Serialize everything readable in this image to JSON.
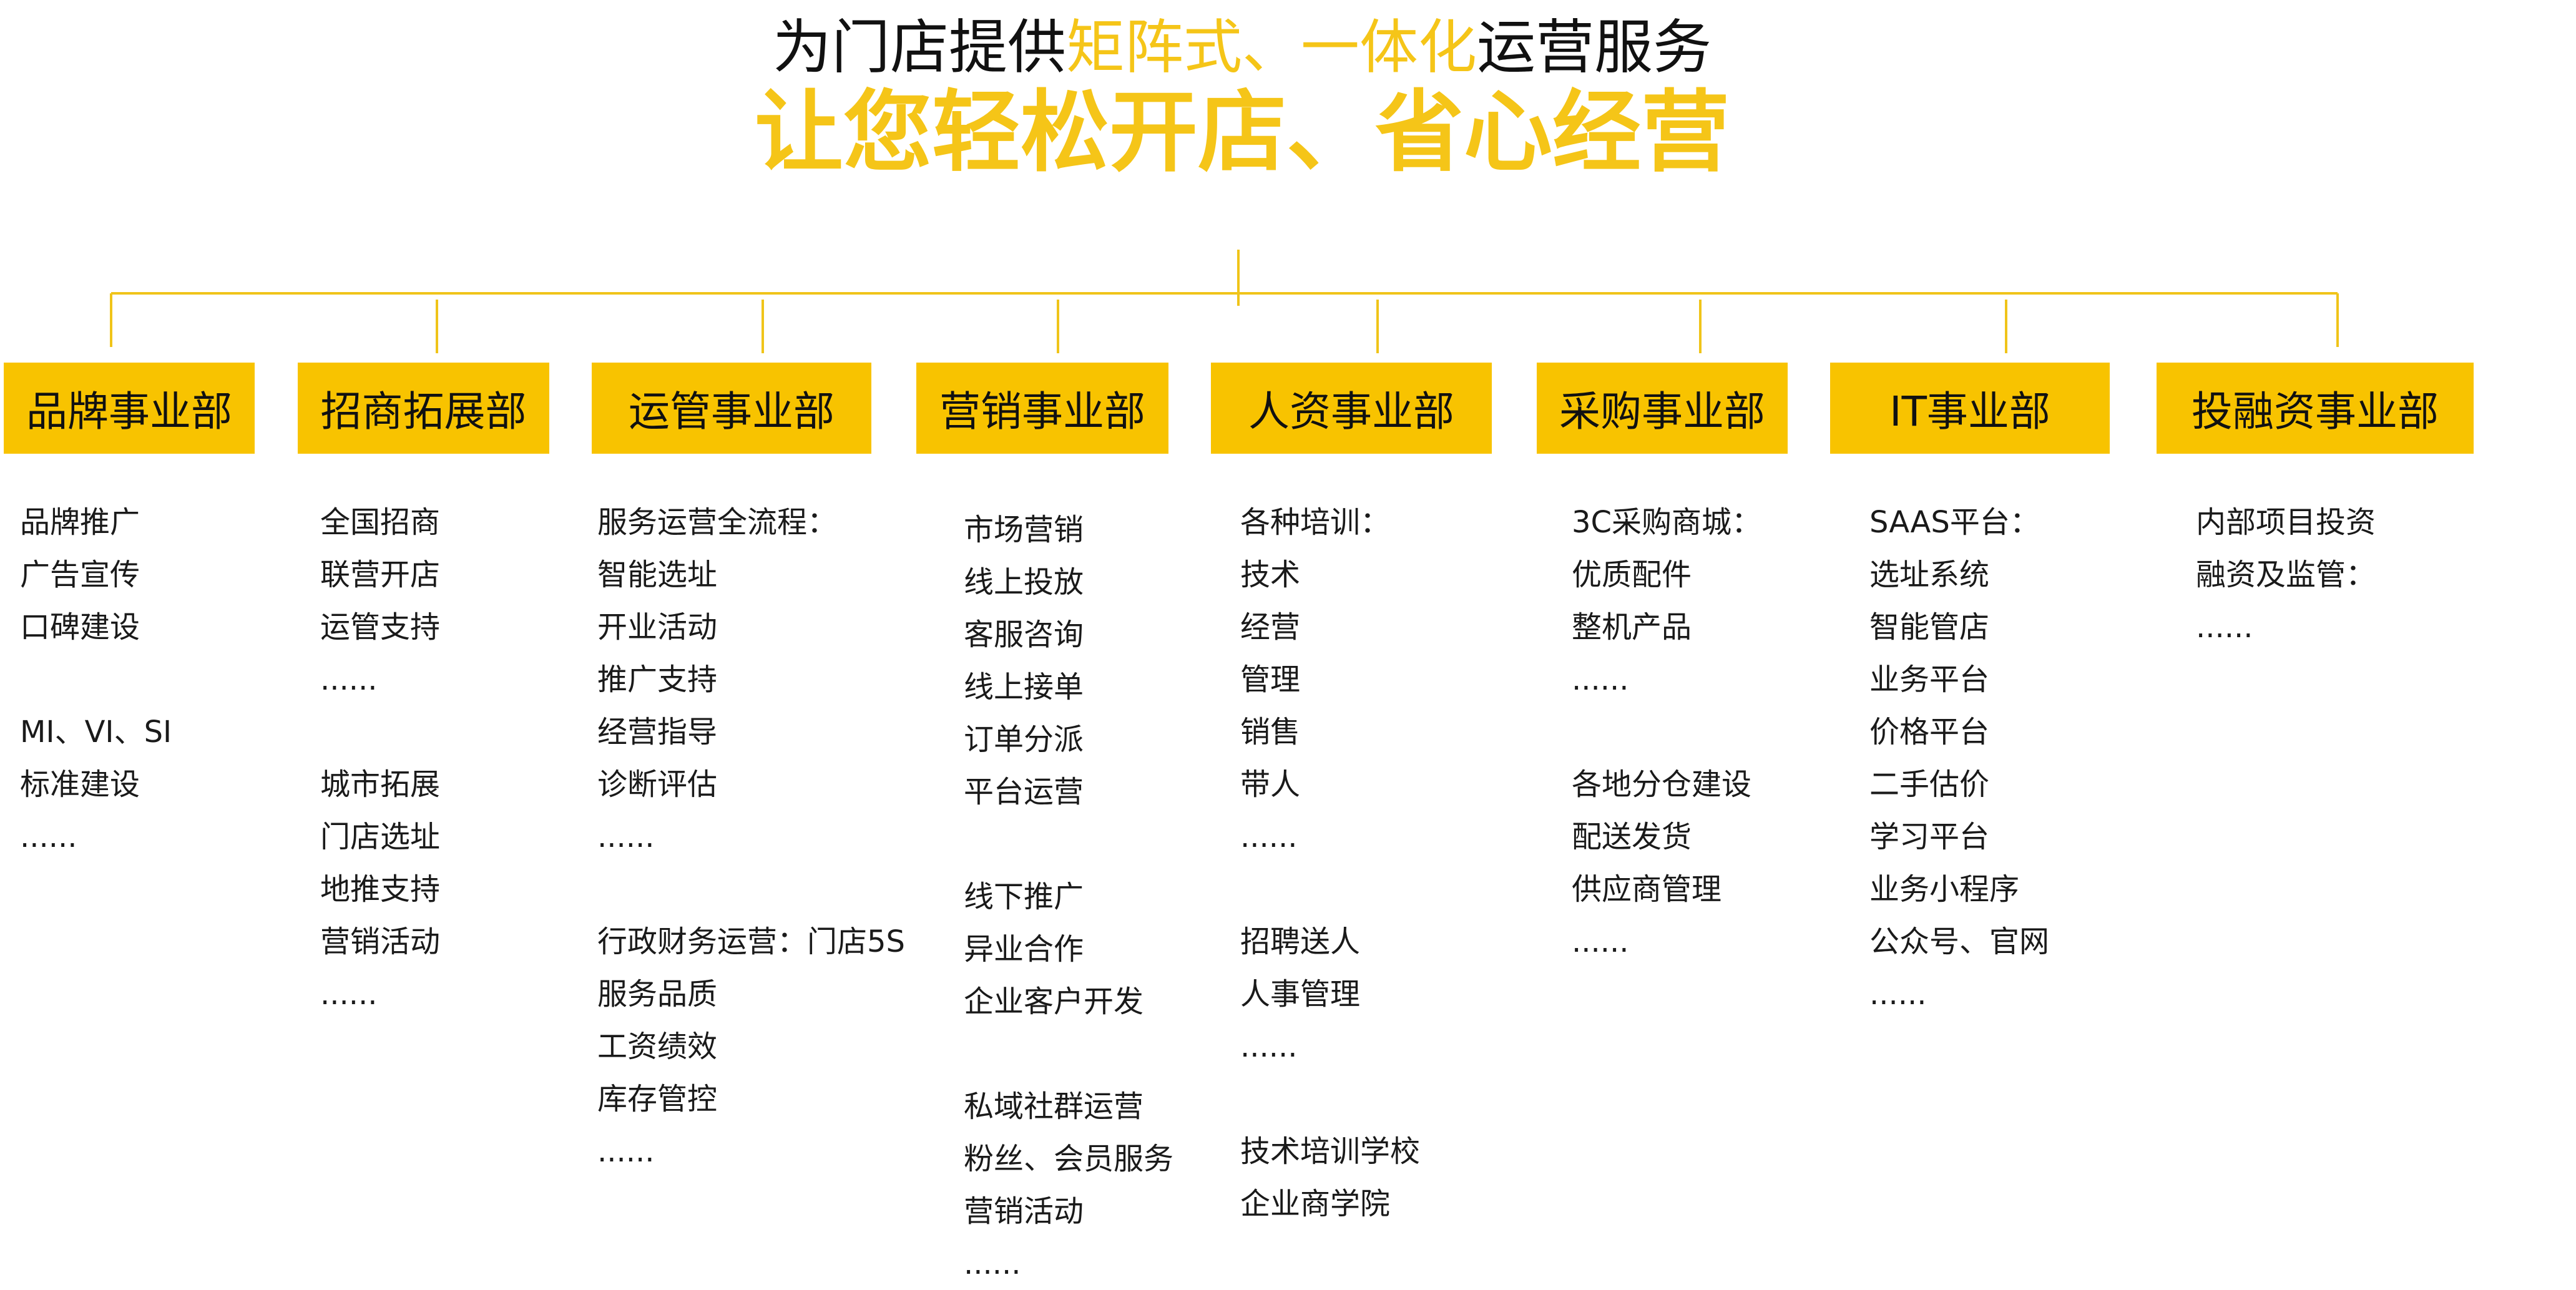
{
  "header": {
    "line1_prefix": "为门店提供",
    "line1_highlight": "矩阵式、一体化",
    "line1_suffix": "运营服务",
    "line2": "让您轻松开店、省心经营"
  },
  "colors": {
    "accent": "#f8c300",
    "highlight_text": "#f5c518",
    "connector": "#f0c419",
    "text": "#1a1a1a"
  },
  "departments": [
    {
      "name": "品牌事业部",
      "items": [
        "品牌推广",
        "广告宣传",
        "口碑建设",
        "",
        "MI、VI、SI",
        "标准建设",
        "......"
      ]
    },
    {
      "name": "招商拓展部",
      "items": [
        "全国招商",
        "联营开店",
        "运管支持",
        "......",
        "",
        "城市拓展",
        "门店选址",
        "地推支持",
        "营销活动",
        "......"
      ]
    },
    {
      "name": "运管事业部",
      "items": [
        "服务运营全流程：",
        "智能选址",
        "开业活动",
        "推广支持",
        "经营指导",
        "诊断评估",
        "......",
        "",
        "行政财务运营：门店5S",
        "服务品质",
        "工资绩效",
        "库存管控",
        "......"
      ]
    },
    {
      "name": "营销事业部",
      "items": [
        "市场营销",
        "线上投放",
        "客服咨询",
        "线上接单",
        "订单分派",
        "平台运营",
        "",
        "线下推广",
        "异业合作",
        "企业客户开发",
        "",
        "私域社群运营",
        "粉丝、会员服务",
        "营销活动",
        "......"
      ]
    },
    {
      "name": "人资事业部",
      "items": [
        "各种培训：",
        "技术",
        "经营",
        "管理",
        "销售",
        "带人",
        "......",
        "",
        "招聘送人",
        "人事管理",
        "......",
        "",
        "技术培训学校",
        "企业商学院"
      ]
    },
    {
      "name": "采购事业部",
      "items": [
        "3C采购商城：",
        "优质配件",
        "整机产品",
        "......",
        "",
        "各地分仓建设",
        "配送发货",
        "供应商管理",
        "......"
      ]
    },
    {
      "name": "IT事业部",
      "items": [
        "SAAS平台：",
        "选址系统",
        "智能管店",
        "业务平台",
        "价格平台",
        "二手估价",
        "学习平台",
        "业务小程序",
        "公众号、官网",
        "......"
      ]
    },
    {
      "name": "投融资事业部",
      "items": [
        "内部项目投资",
        "融资及监管：",
        "......"
      ]
    }
  ]
}
